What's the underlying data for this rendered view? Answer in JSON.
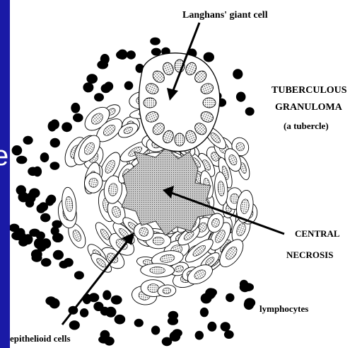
{
  "slide": {
    "letter": "e",
    "edge_color": "#1a1aa6"
  },
  "labels": {
    "langhans": "Langhans' giant cell",
    "title_line1": "TUBERCULOUS",
    "title_line2": "GRANULOMA",
    "title_line3": "(a tubercle)",
    "central": "CENTRAL",
    "necrosis": "NECROSIS",
    "lymphocytes": "lymphocytes",
    "epithelioid": "epithelioid cells"
  },
  "icons": [
    "lymphocyte-dot-icon",
    "epithelioid-cell-icon",
    "giant-cell-nucleus-icon",
    "necrosis-icon",
    "pointer-arrow-icon"
  ],
  "colors": {
    "ink": "#000000",
    "necrosis_fill": "#c8c8c8",
    "nucleus_fill": "#b4b4b4",
    "paper": "#ffffff"
  }
}
